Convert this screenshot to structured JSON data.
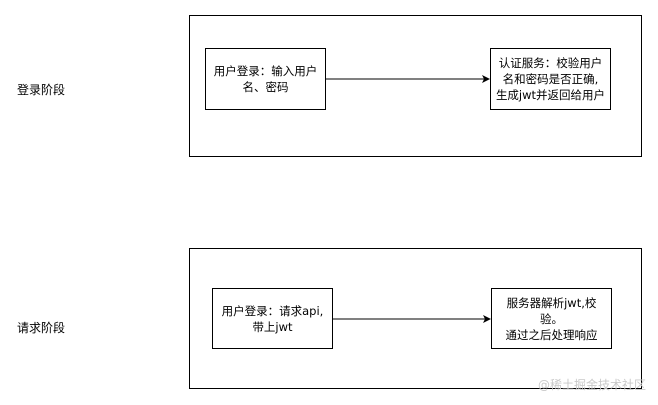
{
  "stages": {
    "login": {
      "label": "登录阶段",
      "source_node": "用户登录：输入用户\n名、密码",
      "target_node": "认证服务：校验用户\n名和密码是否正确,\n生成jwt并返回给用户"
    },
    "request": {
      "label": "请求阶段",
      "source_node": "用户登录：请求api,\n带上jwt",
      "target_node": "服务器解析jwt,校验。\n通过之后处理响应"
    }
  },
  "watermark": "@稀土掘金技术社区",
  "colors": {
    "stroke": "#000000",
    "background": "#ffffff",
    "watermark": "#c9c9c9"
  }
}
